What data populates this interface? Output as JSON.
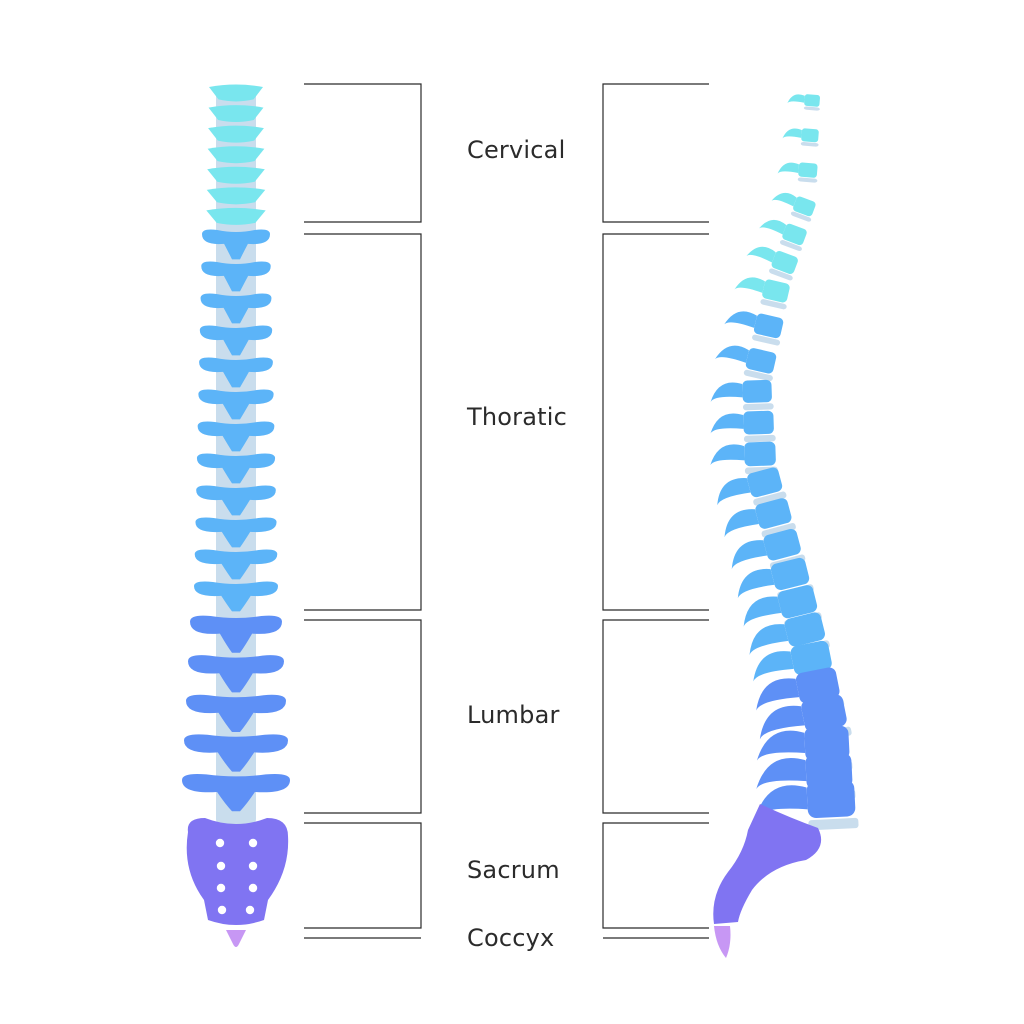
{
  "regions": [
    {
      "key": "cervical",
      "label": "Cervical",
      "color": "#79E6EE",
      "count": 7
    },
    {
      "key": "thoratic",
      "label": "Thoratic",
      "color": "#5CB4F8",
      "count": 12
    },
    {
      "key": "lumbar",
      "label": "Lumbar",
      "color": "#5E90F6",
      "count": 5
    },
    {
      "key": "sacrum",
      "label": "Sacrum",
      "color": "#8074F2",
      "count": 1
    },
    {
      "key": "coccyx",
      "label": "Coccyx",
      "color": "#C797F4",
      "count": 1
    }
  ],
  "disc_color": "#C9DDED",
  "sacrum_hole_color": "#FFFFFF",
  "views": [
    "posterior-view",
    "lateral-view"
  ]
}
